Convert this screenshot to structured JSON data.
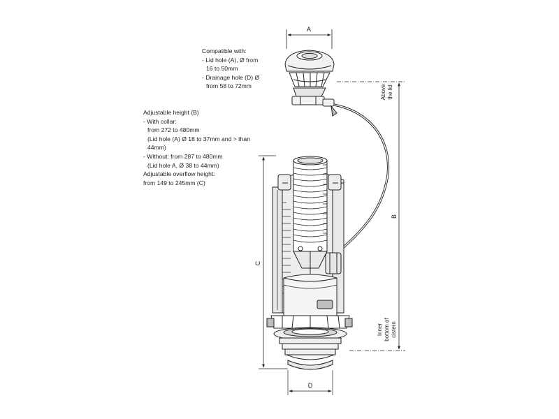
{
  "compatible": {
    "title": "Compatible with:",
    "lines": [
      "- Lid hole (A), Ø from",
      "  16 to 50mm",
      "- Drainage hole (D) Ø",
      "  from 58 to 72mm"
    ]
  },
  "adjustable": {
    "title": "Adjustable height (B)",
    "lines": [
      "- With collar:",
      "  from 272 to 480mm",
      "  (Lid hole (A) Ø 18 to 37mm and > than",
      "  44mm)",
      "- Without: from 287 to 480mm",
      "  (Lid hole A, Ø 38 to 44mm)",
      "Adjustable overflow height:",
      "from 149 to 245mm (C)"
    ]
  },
  "dimensions": {
    "a": "A",
    "b": "B",
    "c": "C",
    "d": "D"
  },
  "vertical_labels": {
    "above_lid_1": "Above",
    "above_lid_2": "the lid",
    "inner_1": "Inner",
    "inner_2": "bottom of",
    "inner_3": "cistern"
  },
  "colors": {
    "line": "#222222",
    "body_fill": "#f2f2f2",
    "shade": "#bdbdbd"
  }
}
